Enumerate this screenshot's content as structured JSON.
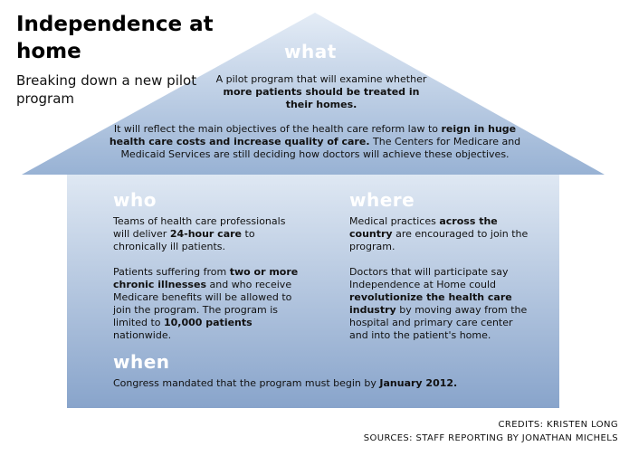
{
  "title": "Independence at home",
  "subtitle": "Breaking down a new pilot program",
  "what": {
    "heading": "what",
    "p1": [
      "A pilot program that will examine whether ",
      {
        "b": "more patients should be treated in their homes."
      }
    ],
    "p2": [
      "It will reflect the main objectives of the health care reform law to ",
      {
        "b": "reign in huge health care costs and increase quality of care."
      },
      " The Centers for Medicare and Medicaid Services are still deciding how doctors will achieve these objectives."
    ]
  },
  "who": {
    "heading": "who",
    "p1": [
      "Teams of health care professionals will deliver ",
      {
        "b": "24-hour care"
      },
      " to chronically ill patients."
    ],
    "p2": [
      "Patients suffering from ",
      {
        "b": "two or more chronic illnesses"
      },
      " and who receive Medicare benefits will be allowed to join the program. The program is limited to ",
      {
        "b": "10,000 patients"
      },
      " nationwide."
    ]
  },
  "where": {
    "heading": "where",
    "p1": [
      "Medical practices ",
      {
        "b": "across the country"
      },
      " are encouraged to join the program."
    ],
    "p2": [
      "Doctors that will participate say Independence at Home could ",
      {
        "b": "revolutionize the health care industry"
      },
      " by moving away from the hospital and primary care center and into the patient's home."
    ]
  },
  "when": {
    "heading": "when",
    "p1": [
      "Congress mandated that the program must begin by ",
      {
        "b": "January 2012."
      }
    ]
  },
  "credits": "CREDITS:  KRISTEN LONG",
  "sources": "SOURCES:  STAFF REPORTING BY JONATHAN MICHELS",
  "colors": {
    "house_top": "#d8e4f2",
    "house_bottom": "#8aa6cc",
    "heading": "#ffffff"
  }
}
